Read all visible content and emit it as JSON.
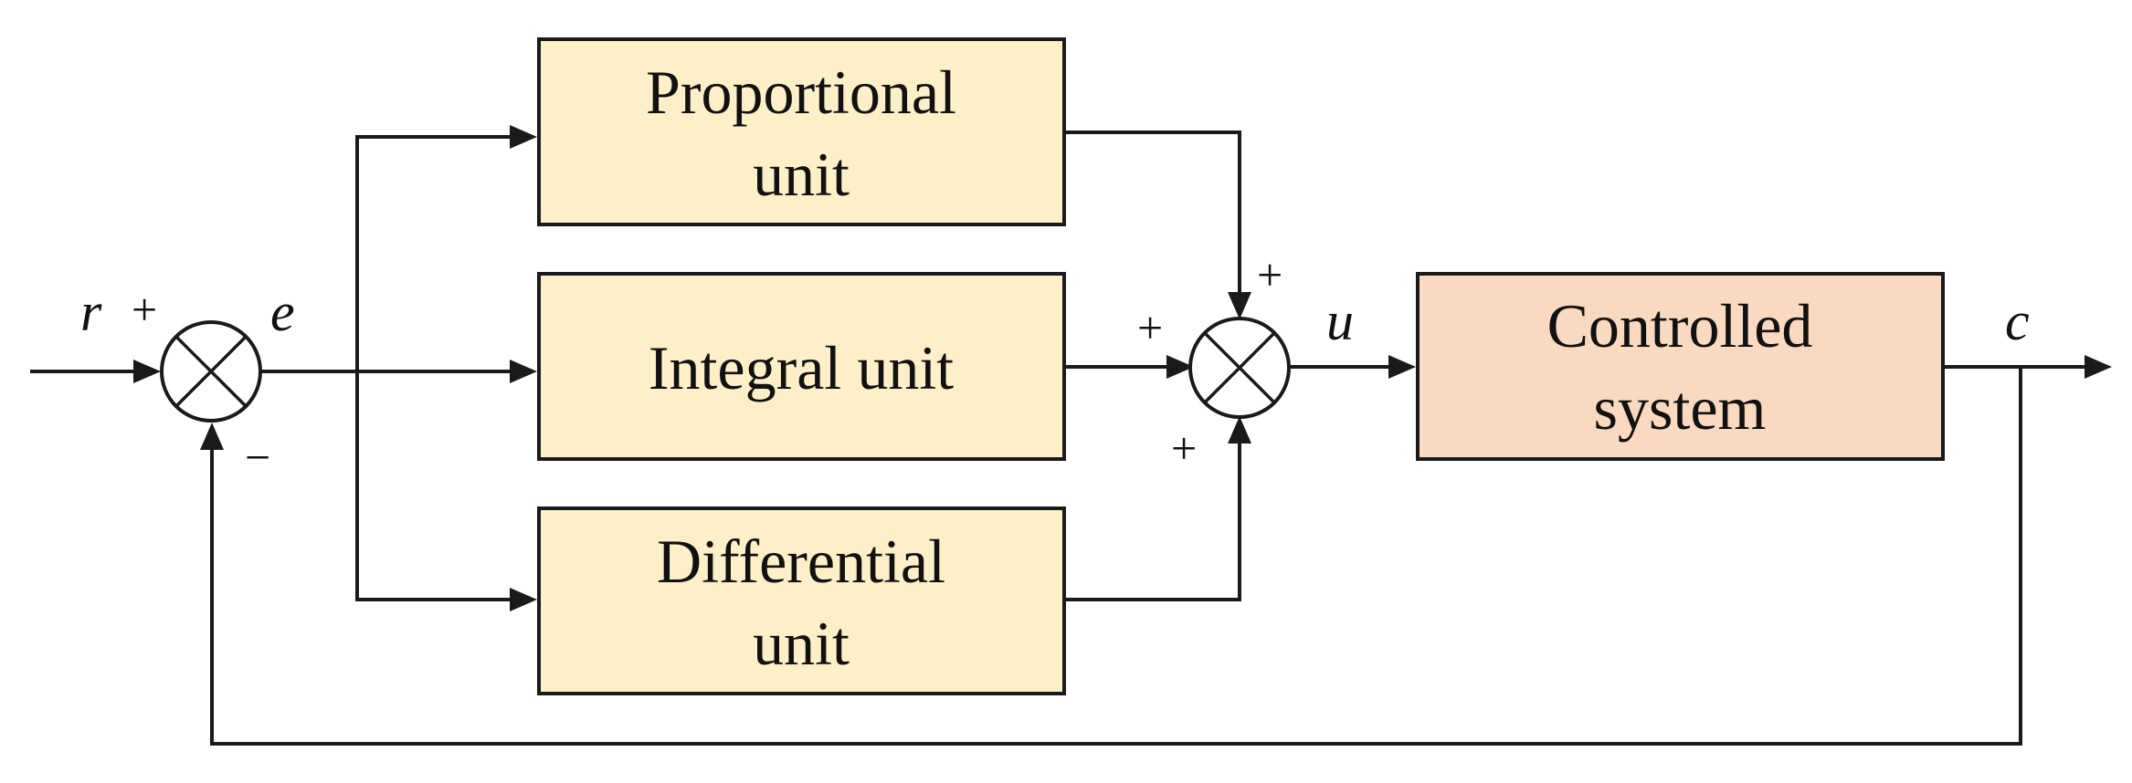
{
  "blocks": {
    "proportional": {
      "line1": "Proportional",
      "line2": "unit"
    },
    "integral": {
      "line1": "Integral unit"
    },
    "differential": {
      "line1": "Differential",
      "line2": "unit"
    },
    "plant": {
      "line1": "Controlled",
      "line2": "system"
    }
  },
  "signals": {
    "reference": "r",
    "error": "e",
    "control": "u",
    "output": "c"
  },
  "signs": {
    "sum1_reference": "+",
    "sum1_feedback": "−",
    "sum2_proportional": "+",
    "sum2_integral": "+",
    "sum2_differential": "+"
  },
  "colors": {
    "controller_block_fill": "#fdf0c8",
    "plant_block_fill": "#f9d9c0",
    "line": "#1a1a1a"
  }
}
